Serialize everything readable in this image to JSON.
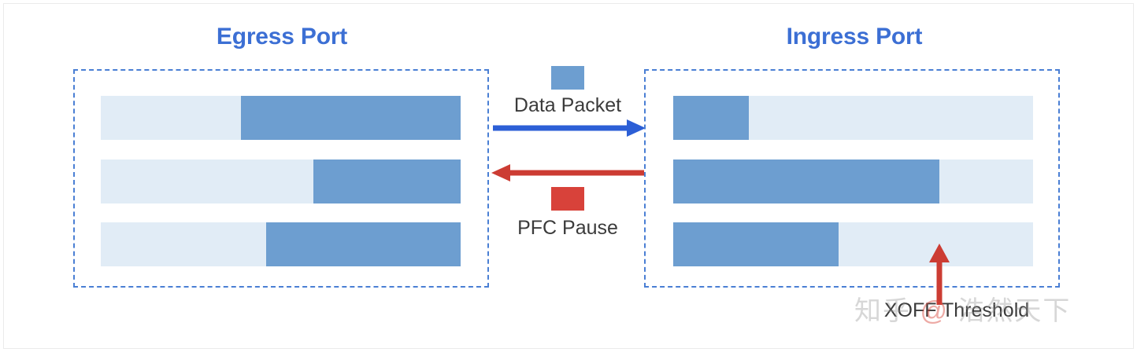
{
  "diagram": {
    "title_egress": "Egress Port",
    "title_ingress": "Ingress Port",
    "accent_blue": "#3c6fd4",
    "queue_fill_color": "#6d9ed0",
    "queue_empty_color": "#e1ecf6",
    "pause_color": "#d8423a",
    "box_border_color": "#4a7fd4"
  },
  "egress": {
    "label": "Egress Port",
    "queues": [
      {
        "name": "egress-queue-1",
        "fill_percent": 61,
        "align": "right"
      },
      {
        "name": "egress-queue-2",
        "fill_percent": 41,
        "align": "right"
      },
      {
        "name": "egress-queue-3",
        "fill_percent": 54,
        "align": "right"
      }
    ]
  },
  "ingress": {
    "label": "Ingress Port",
    "queues": [
      {
        "name": "ingress-queue-1",
        "fill_percent": 21,
        "align": "left"
      },
      {
        "name": "ingress-queue-2",
        "fill_percent": 74,
        "align": "left"
      },
      {
        "name": "ingress-queue-3",
        "fill_percent": 46,
        "align": "left"
      }
    ]
  },
  "legend": {
    "data_packet": {
      "label": "Data Packet",
      "swatch_color": "#6d9ed0",
      "arrow_color": "#2c5fd6",
      "arrow_direction": "right"
    },
    "pfc_pause": {
      "label": "PFC Pause",
      "swatch_color": "#d8423a",
      "arrow_color": "#cc3c33",
      "arrow_direction": "left"
    }
  },
  "threshold": {
    "label": "XOFF Threshold",
    "marker_color": "#cc3c33",
    "marker_direction": "up"
  },
  "watermark": {
    "text_left": "知乎",
    "text_at": "@",
    "text_right": "浩然天下",
    "full": "知乎 @浩然天下"
  }
}
